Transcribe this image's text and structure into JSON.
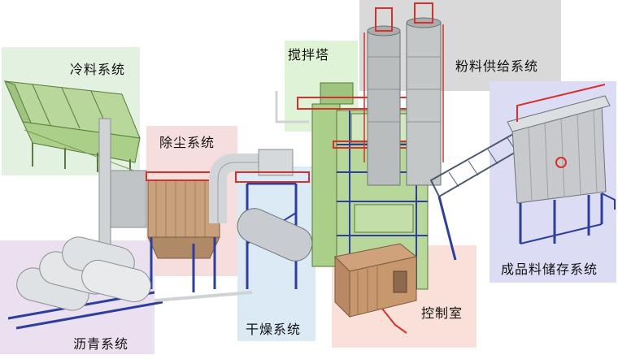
{
  "labels": {
    "cold_feed": "冷料系统",
    "dust": "除尘系统",
    "mixing": "搅拌塔",
    "powder": "粉料供给系统",
    "storage": "成品料储存系统",
    "asphalt": "沥青系统",
    "drying": "干燥系统",
    "control": "控制室"
  },
  "colors": {
    "cold_feed_zone": "#e3f1e0",
    "dust_zone": "#f7dede",
    "mixing_zone": "#dff3d6",
    "powder_zone": "#d9d9d9",
    "storage_zone": "#dcdcf4",
    "asphalt_zone": "#ebe0ef",
    "drying_zone": "#dceaf6",
    "control_zone": "#f9e0d8",
    "steel_green": "#b7d89a",
    "frame_blue": "#2d3f9a",
    "rail_red": "#d8312b",
    "silo_gray": "#b9bdbd",
    "pipe_gray": "#cfd3d6"
  }
}
